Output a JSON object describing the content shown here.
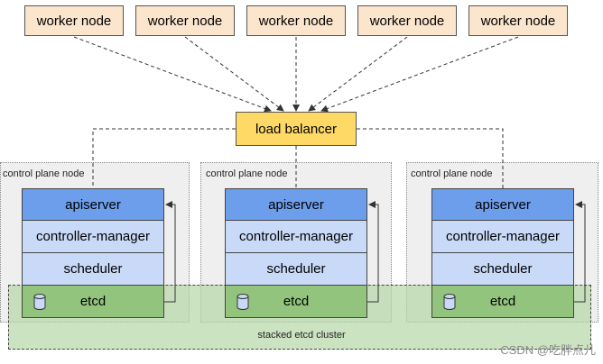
{
  "workers": [
    "worker node",
    "worker node",
    "worker node",
    "worker node",
    "worker node"
  ],
  "load_balancer": "load balancer",
  "control_planes": [
    {
      "label": "control plane node",
      "apiserver": "apiserver",
      "controller_manager": "controller-manager",
      "scheduler": "scheduler",
      "etcd": "etcd"
    },
    {
      "label": "control plane node",
      "apiserver": "apiserver",
      "controller_manager": "controller-manager",
      "scheduler": "scheduler",
      "etcd": "etcd"
    },
    {
      "label": "control plane node",
      "apiserver": "apiserver",
      "controller_manager": "controller-manager",
      "scheduler": "scheduler",
      "etcd": "etcd"
    }
  ],
  "etcd_cluster_label": "stacked etcd cluster",
  "watermark": "CSDN @吃胖点儿"
}
